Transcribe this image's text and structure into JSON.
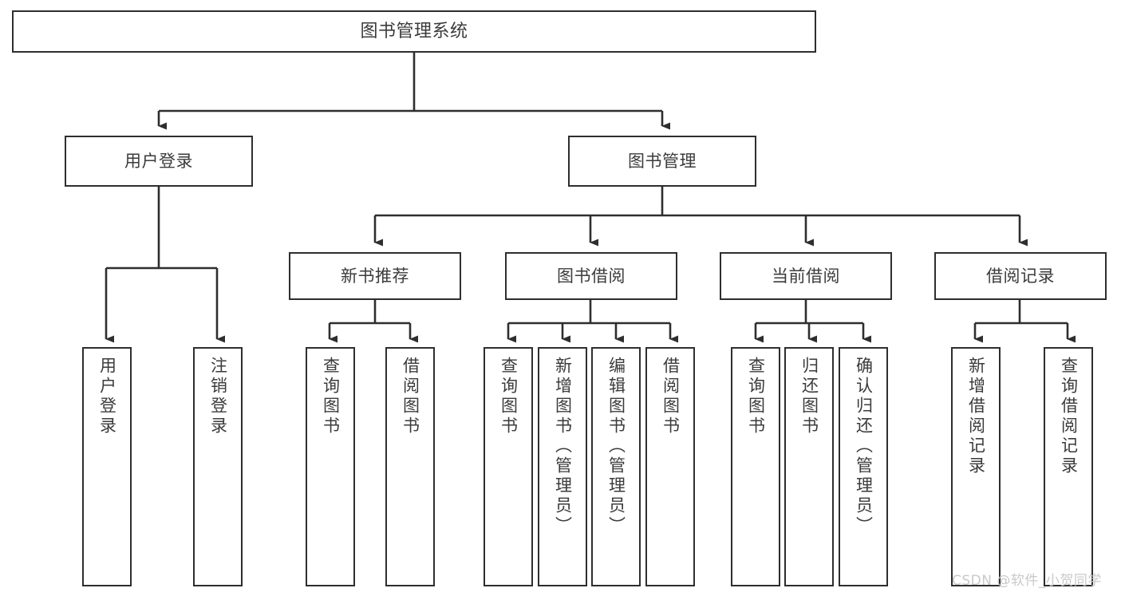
{
  "diagram": {
    "type": "tree-hierarchy-chart",
    "title": "图书管理系统",
    "line_color": "#2e2e2e",
    "text_color": "#3b3b3b",
    "background_color": "#ffffff",
    "watermark": "CSDN @软件_小贺同学",
    "watermark_color": "#c9c9c9"
  },
  "nodes": {
    "root": {
      "label": "图书管理系统"
    },
    "level1": [
      {
        "label": "用户登录"
      },
      {
        "label": "图书管理"
      }
    ],
    "level2": [
      {
        "label": "新书推荐"
      },
      {
        "label": "图书借阅"
      },
      {
        "label": "当前借阅"
      },
      {
        "label": "借阅记录"
      }
    ],
    "leaves_user_login": [
      {
        "label": "用户登录"
      },
      {
        "label": "注销登录"
      }
    ],
    "leaves_new_book": [
      {
        "label": "查询图书"
      },
      {
        "label": "借阅图书"
      }
    ],
    "leaves_borrow": [
      {
        "label": "查询图书"
      },
      {
        "label": "新增图书（管理员）"
      },
      {
        "label": "编辑图书（管理员）"
      },
      {
        "label": "借阅图书"
      }
    ],
    "leaves_current": [
      {
        "label": "查询图书"
      },
      {
        "label": "归还图书"
      },
      {
        "label": "确认归还（管理员）"
      }
    ],
    "leaves_records": [
      {
        "label": "新增借阅记录"
      },
      {
        "label": "查询借阅记录"
      }
    ]
  }
}
